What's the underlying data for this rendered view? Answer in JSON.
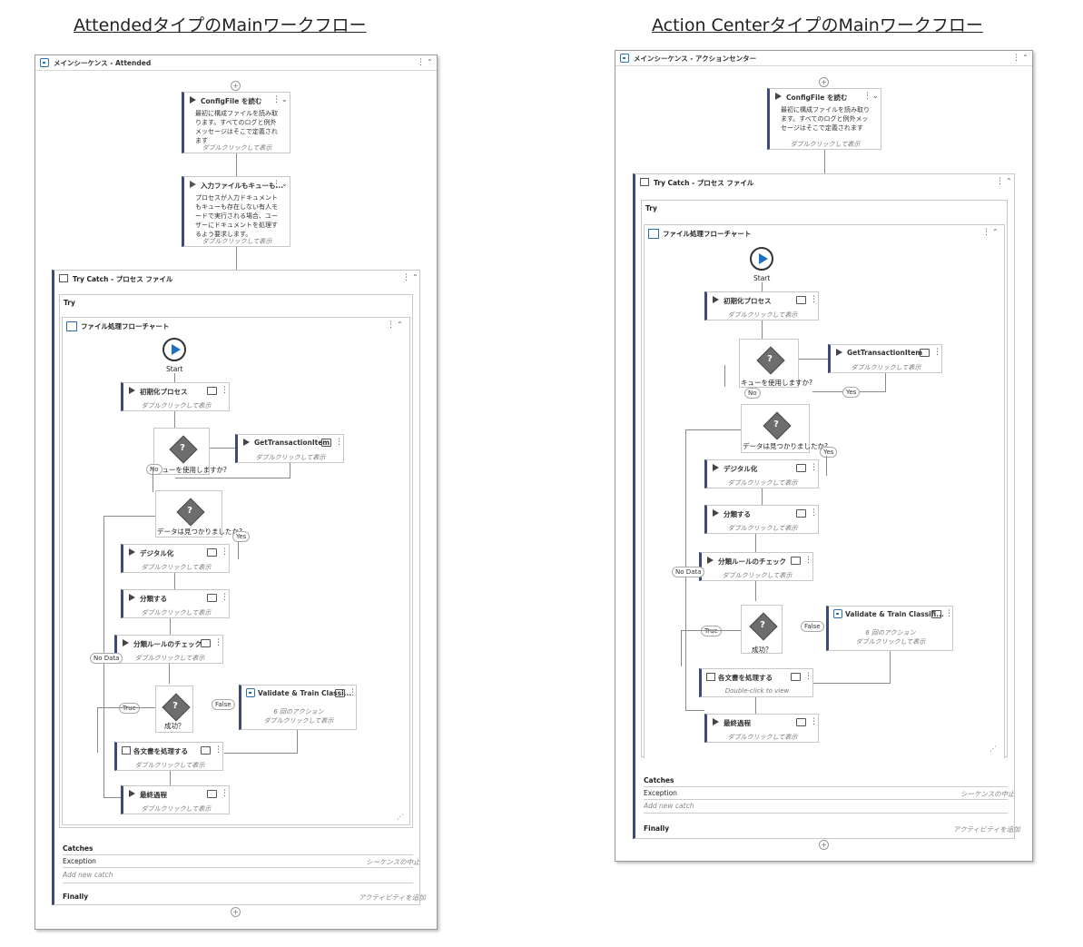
{
  "left": {
    "caption": "AttendedタイプのMainワークフロー",
    "main_title": "メインシーケンス - Attended",
    "config": {
      "title": "ConfigFile を読む",
      "desc": "最初に構成ファイルを読み取ります。すべてのログと例外メッセージはそこで定義されます",
      "sub": "ダブルクリックして表示"
    },
    "input": {
      "title": "入力ファイルもキューも...",
      "desc": "プロセスが入力ドキュメントもキューも存在しない有人モードで実行される場合、ユーザーにドキュメントを処理するよう要求します。",
      "sub": "ダブルクリックして表示"
    },
    "try_catch_title": "Try Catch - プロセス ファイル",
    "try_label": "Try",
    "flowchart_title": "ファイル処理フローチャート",
    "start": "Start",
    "init": {
      "title": "初期化プロセス",
      "sub": "ダブルクリックして表示"
    },
    "dec_queue": "キューを使用しますか?",
    "get_tx": {
      "title": "GetTransactionItem",
      "sub": "ダブルクリックして表示"
    },
    "dec_data": "データは見つかりましたか?",
    "digitize": {
      "title": "デジタル化",
      "sub": "ダブルクリックして表示"
    },
    "classify": {
      "title": "分類する",
      "sub": "ダブルクリックして表示"
    },
    "check": {
      "title": "分類ルールのチェック",
      "sub": "ダブルクリックして表示"
    },
    "dec_success": "成功？",
    "validate": {
      "title": "Validate & Train Classi...",
      "sub1": "6 回のアクション",
      "sub2": "ダブルクリックして表示"
    },
    "process_each": {
      "title": "各文書を処理する",
      "sub": "ダブルクリックして表示"
    },
    "final": {
      "title": "最終過程",
      "sub": "ダブルクリックして表示"
    },
    "pills": {
      "no": "No",
      "yes": "Yes",
      "no_data": "No Data",
      "true": "True",
      "false": "False"
    },
    "catches": "Catches",
    "exception": "Exception",
    "exception_action": "シーケンスの中止",
    "add_catch": "Add new catch",
    "finally": "Finally",
    "finally_action": "アクティビティを追加"
  },
  "right": {
    "caption": "Action CenterタイプのMainワークフロー",
    "main_title": "メインシーケンス - アクションセンター",
    "config": {
      "title": "ConfigFile を読む",
      "desc": "最初に構成ファイルを読み取ります。すべてのログと例外メッセージはそこで定義されます",
      "sub": "ダブルクリックして表示"
    },
    "try_catch_title": "Try Catch - プロセス ファイル",
    "try_label": "Try",
    "flowchart_title": "ファイル処理フローチャート",
    "start": "Start",
    "init": {
      "title": "初期化プロセス",
      "sub": "ダブルクリックして表示"
    },
    "dec_queue": "キューを使用しますか?",
    "get_tx": {
      "title": "GetTransactionItem",
      "sub": "ダブルクリックして表示"
    },
    "dec_data": "データは見つかりましたか?",
    "digitize": {
      "title": "デジタル化",
      "sub": "ダブルクリックして表示"
    },
    "classify": {
      "title": "分類する",
      "sub": "ダブルクリックして表示"
    },
    "check": {
      "title": "分類ルールのチェック",
      "sub": "ダブルクリックして表示"
    },
    "dec_success": "成功？",
    "validate": {
      "title": "Validate & Train Classifi...",
      "sub1": "6 回のアクション",
      "sub2": "ダブルクリックして表示"
    },
    "process_each": {
      "title": "各文書を処理する",
      "sub": "Double-click to view"
    },
    "final": {
      "title": "最終過程",
      "sub": "ダブルクリックして表示"
    },
    "pills": {
      "no": "No",
      "yes": "Yes",
      "no_data": "No Data",
      "true": "True",
      "false": "False"
    },
    "catches": "Catches",
    "exception": "Exception",
    "exception_action": "シーケンスの中止",
    "add_catch": "Add new catch",
    "finally": "Finally",
    "finally_action": "アクティビティを追加"
  }
}
